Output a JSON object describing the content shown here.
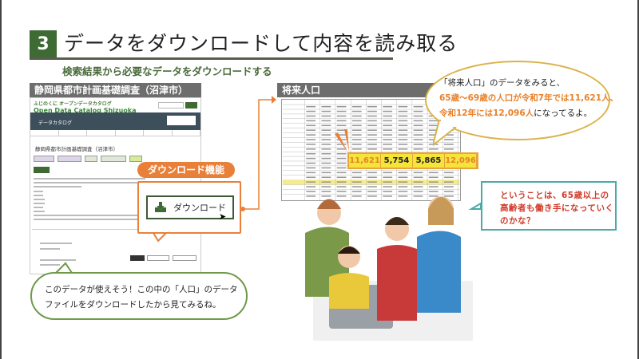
{
  "header": {
    "step": "3",
    "title": "データをダウンロードして内容を読み取る",
    "subtitle": "検索結果から必要なデータをダウンロードする"
  },
  "left_panel": {
    "title": "静岡県都市計画基礎調査（沼津市）",
    "site_logo_jp": "ふじのくに オープンデータカタログ",
    "site_logo_en": "Open Data Catalog Shizuoka",
    "nav_label": "データカタログ",
    "dataset_title": "静岡県都市計画基礎調査（沼津市）",
    "feature_label": "ダウンロード機能",
    "download_button": "ダウンロード"
  },
  "right_panel": {
    "title": "将来人口",
    "highlight_values": [
      "11,621",
      "5,754",
      "5,865",
      "12,096"
    ]
  },
  "bubble_top": {
    "line1": "「将来人口」のデータをみると、",
    "line2": "65歳〜69歳の人口が令和7年では11,621人、",
    "line3a": "令和12年には12,096人",
    "line3b": "になってるよ。"
  },
  "bubble_teal": {
    "text": "ということは、65歳以上の高齢者も働き手になっていくのかな？"
  },
  "bubble_left": {
    "line1": "このデータが使えそう！この中の「人口」のデータ",
    "line2": "ファイルをダウンロードしたから見てみるね。"
  },
  "colors": {
    "green": "#3e6a34",
    "orange": "#e9803a",
    "teal": "#4aaaa8",
    "red": "#d03a2a"
  }
}
